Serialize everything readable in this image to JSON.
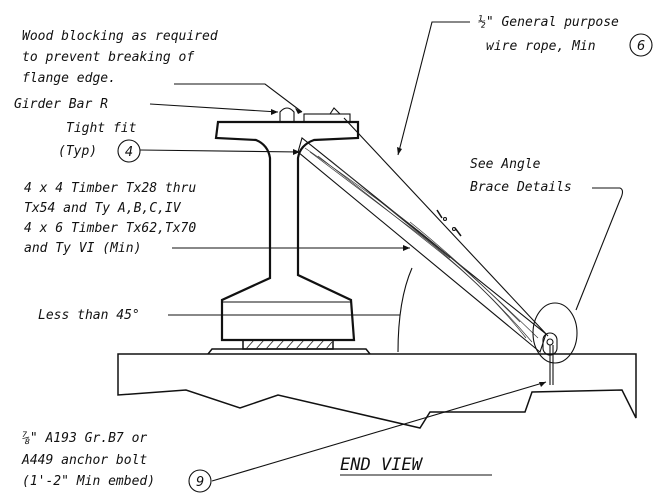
{
  "title": "END VIEW",
  "labels": {
    "wood_blocking": [
      "Wood blocking as required",
      "to prevent breaking of",
      "flange edge."
    ],
    "wire_rope": [
      "½\" General purpose",
      "wire rope, Min"
    ],
    "wire_rope_callout": "6",
    "girder_bar": "Girder Bar R",
    "tight_fit": [
      "Tight fit",
      "(Typ)"
    ],
    "tight_fit_callout": "4",
    "see_angle": [
      "See Angle",
      "Brace Details"
    ],
    "timber": [
      "4 x 4 Timber Tx28 thru",
      "Tx54 and Ty A,B,C,IV",
      "4 x 6 Timber Tx62,Tx70",
      "and Ty VI (Min)"
    ],
    "less_than": "Less than 45°",
    "anchor_bolt": [
      "⅞\" A193 Gr.B7 or",
      "A449 anchor bolt",
      "(1'-2\" Min embed)"
    ],
    "anchor_callout": "9"
  }
}
